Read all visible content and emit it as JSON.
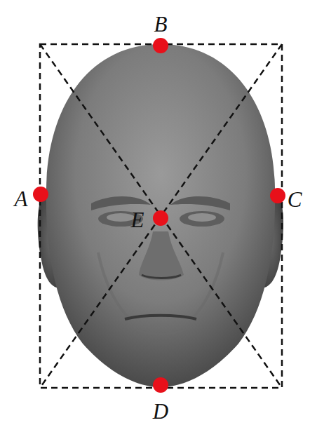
{
  "diagram": {
    "labels": [
      "B",
      "A",
      "E",
      "C",
      "D"
    ]
  }
}
